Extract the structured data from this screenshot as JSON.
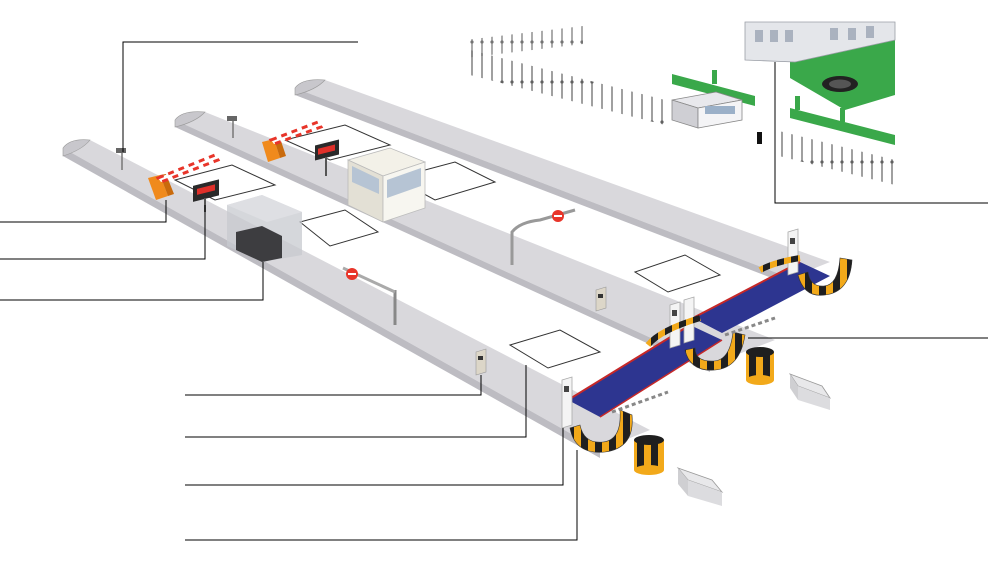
{
  "diagram": {
    "kind": "checkpoint-layout-illustration",
    "callouts": [
      {
        "id": "camera",
        "label": ""
      },
      {
        "id": "barrier-arm",
        "label": ""
      },
      {
        "id": "display-board",
        "label": ""
      },
      {
        "id": "inspection-booth",
        "label": ""
      },
      {
        "id": "building-perimeter",
        "label": ""
      },
      {
        "id": "road-blocker",
        "label": ""
      },
      {
        "id": "card-reader",
        "label": ""
      },
      {
        "id": "parking-zone",
        "label": ""
      },
      {
        "id": "gate-post",
        "label": ""
      },
      {
        "id": "spike-strip",
        "label": ""
      }
    ],
    "signs": {
      "no_entry": "no-entry-sign"
    },
    "colors": {
      "road": "#d9d8dc",
      "road_side": "#bdbcc2",
      "barrier_orange": "#f08a1c",
      "barrier_stripe": "#e8352a",
      "blocker_blue": "#2d3590",
      "blocker_red": "#c62828",
      "hazard_yellow": "#f2a91a",
      "hazard_black": "#1f1f1f",
      "grass": "#3aa84a",
      "display_red": "#e0302a",
      "leader": "#000000"
    }
  }
}
